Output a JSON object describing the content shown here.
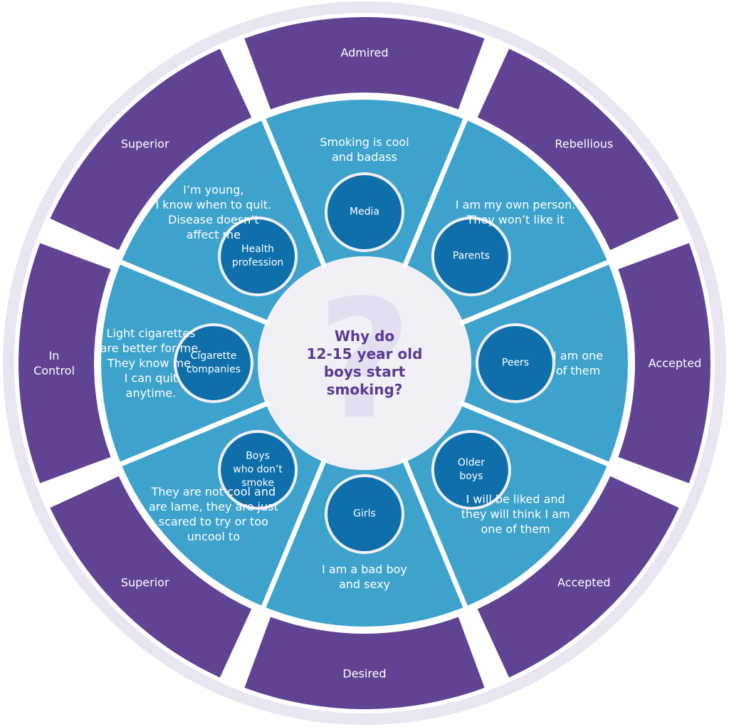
{
  "center": {
    "question": "Why do\n12-15 year old\nboys start\nsmoking?"
  },
  "sectors": [
    {
      "outer": "Admired",
      "statement": "Smoking is cool\nand badass",
      "influencer": "Media"
    },
    {
      "outer": "Rebellious",
      "statement": "I am my own person.\nThey won’t like it",
      "influencer": "Parents"
    },
    {
      "outer": "Accepted",
      "statement": "I am one\nof them",
      "influencer": "Peers"
    },
    {
      "outer": "Accepted",
      "statement": "I will be liked and\nthey will think I am\none of them",
      "influencer": "Older\nboys"
    },
    {
      "outer": "Desired",
      "statement": "I am a bad boy\nand sexy",
      "influencer": "Girls"
    },
    {
      "outer": "Superior",
      "statement": "They are not cool and\nare lame, they are just\nscared to try or too\nuncool to",
      "influencer": "Boys\nwho don’t\nsmoke"
    },
    {
      "outer": "In\nControl",
      "statement": "Light cigarettes\nare better for me.\nThey know me.\nI can quit\nanytime.",
      "influencer": "Cigarette\ncompanies"
    },
    {
      "outer": "Superior",
      "statement": "I’m young,\nI know when to quit.\nDisease doesn’t\naffect me",
      "influencer": "Health\nprofession"
    }
  ],
  "colors": {
    "outer_ring": "#614394",
    "mid_ring": "#3ea3cc",
    "node": "#0e6fab",
    "center_fill": "#f2f0f7",
    "center_text": "#5b3b93",
    "question_mark": "#e3dff0",
    "halo": "#e9e6f2",
    "divider": "#ffffff"
  },
  "icons": {
    "center_watermark": "question-mark-icon"
  }
}
